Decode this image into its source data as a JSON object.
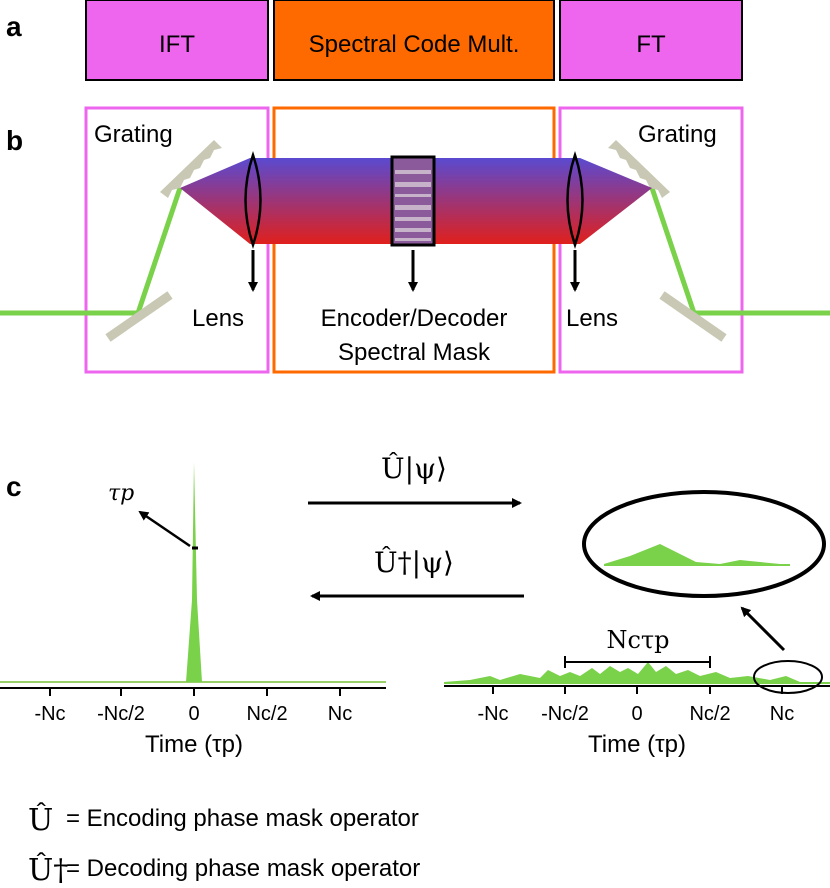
{
  "panels": {
    "a": "a",
    "b": "b",
    "c": "c"
  },
  "blocks": {
    "ift": "IFT",
    "mult": "Spectral Code Mult.",
    "ft": "FT"
  },
  "setup": {
    "grating_left": "Grating",
    "grating_right": "Grating",
    "lens_left": "Lens",
    "lens_right": "Lens",
    "mask_line1": "Encoder/Decoder",
    "mask_line2": "Spectral Mask"
  },
  "colors": {
    "magenta": "#ee66ee",
    "orange": "#ff6a00",
    "green": "#7ad14a",
    "grating": "#c8c8b4",
    "beam_top": "#5a4ad0",
    "beam_bottom": "#e0201c"
  },
  "arrows": {
    "encode_label": "Û|ψ⟩",
    "decode_label": "Û†|ψ⟩"
  },
  "left_plot": {
    "pulse_label": "τp",
    "xticks": [
      "-Nc",
      "-Nc/2",
      "0",
      "Nc/2",
      "Nc"
    ],
    "xlabel": "Time (τp)"
  },
  "right_plot": {
    "span_label": "Ncτp",
    "xticks": [
      "-Nc",
      "-Nc/2",
      "0",
      "Nc/2",
      "Nc"
    ],
    "xlabel": "Time (τp)"
  },
  "legend": {
    "u_symbol": "Û",
    "u_text": "= Encoding phase mask operator",
    "udag_symbol": "Û†",
    "udag_text": "= Decoding phase mask operator"
  }
}
